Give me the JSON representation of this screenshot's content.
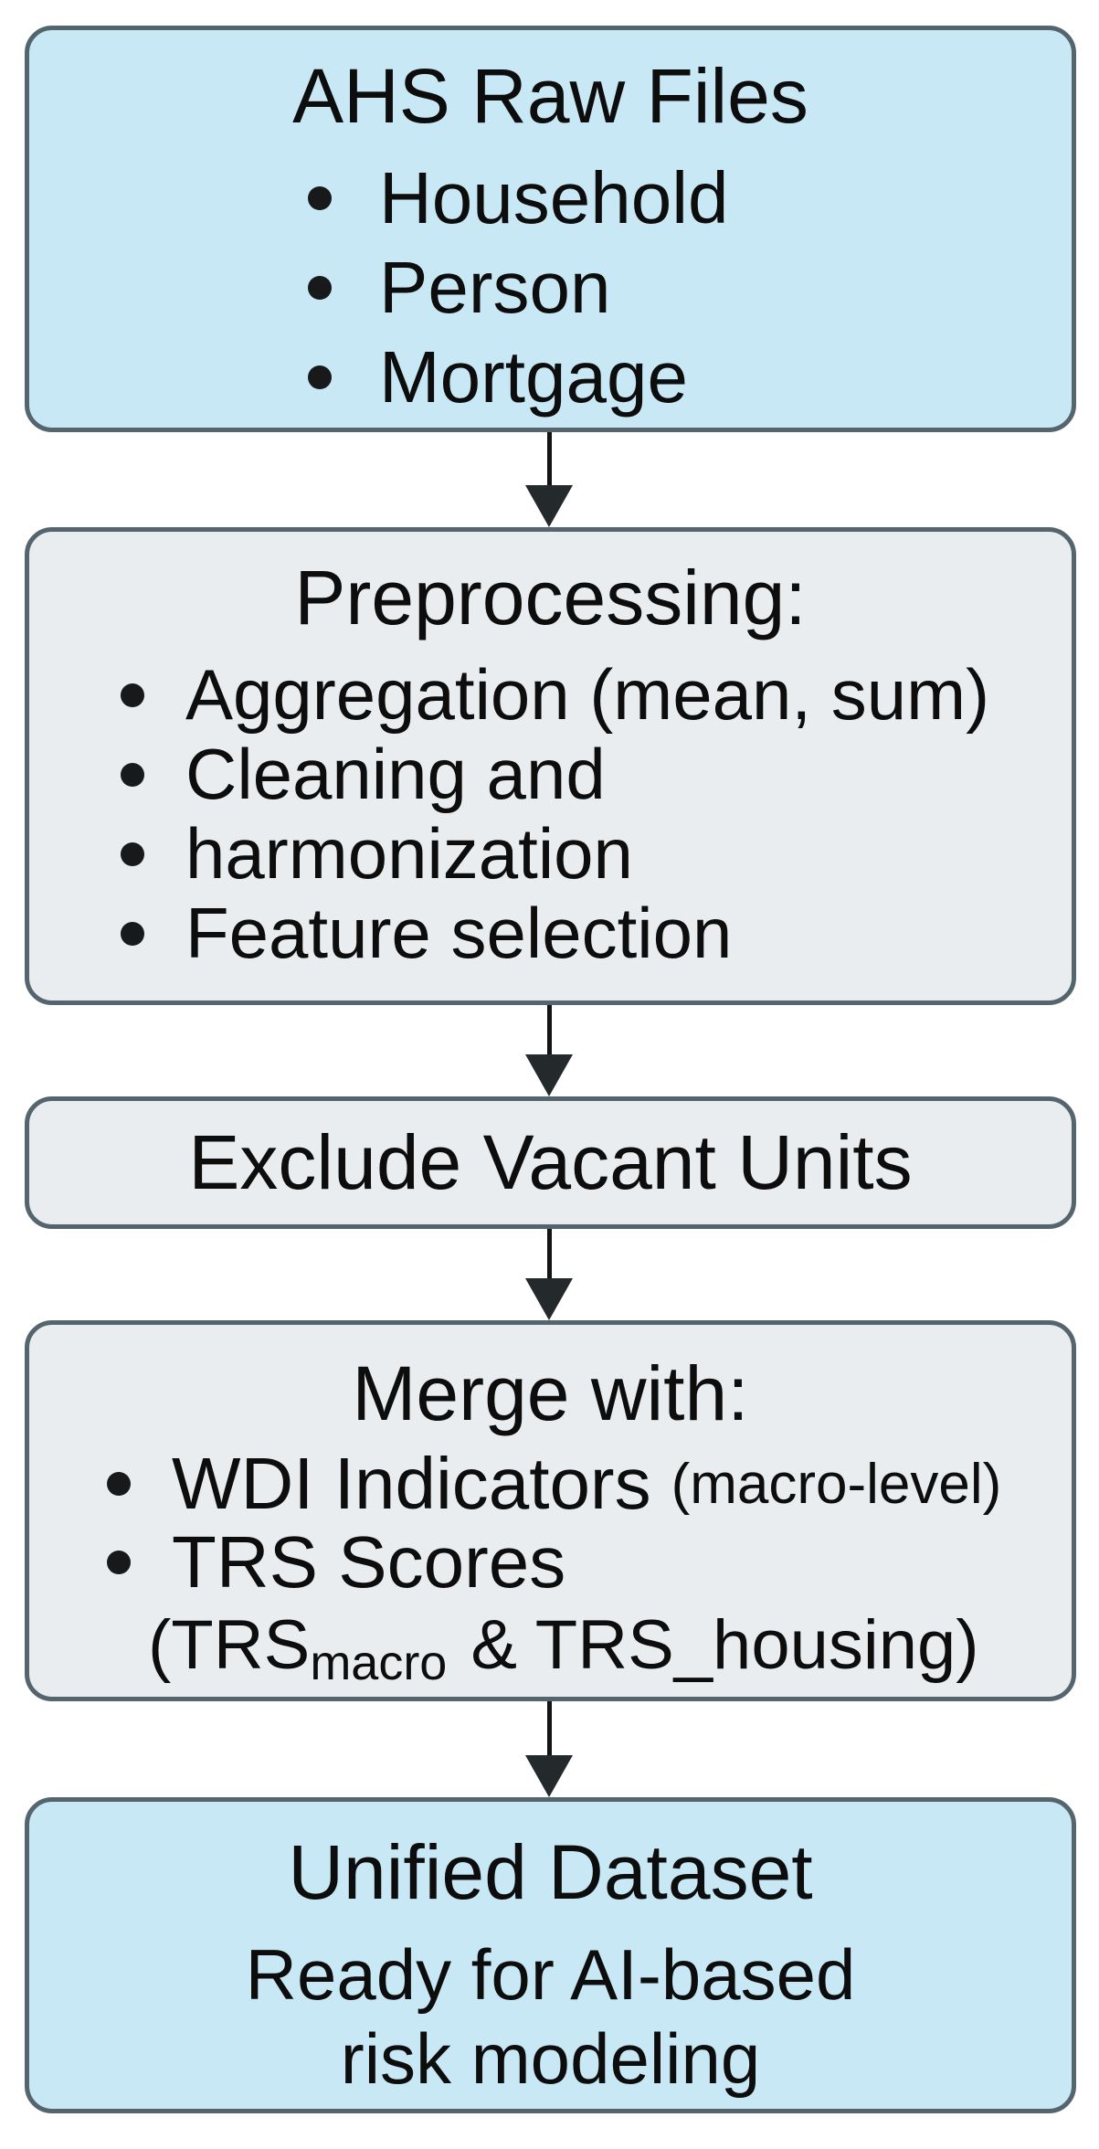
{
  "flowchart": {
    "box1": {
      "title": "AHS Raw Files",
      "bullets": [
        "Household",
        "Person",
        "Mortgage"
      ]
    },
    "box2": {
      "title": "Preprocessing:",
      "bullets": [
        "Aggregation (mean, sum)",
        "Cleaning and",
        "harmonization",
        "Feature selection"
      ]
    },
    "box3": {
      "title": "Exclude Vacant Units"
    },
    "box4": {
      "title": "Merge with:",
      "bullet1": {
        "main": "WDI Indicators",
        "note": "(macro-level)"
      },
      "bullet2": {
        "main": "TRS Scores"
      },
      "paren_line": {
        "open": "(TRS",
        "subscript": "macro",
        "rest": "& TRS_housing)"
      }
    },
    "box5": {
      "title": "Unified Dataset",
      "subtitle_line1": "Ready for AI-based",
      "subtitle_line2": "risk modeling"
    },
    "colors": {
      "blue_fill": "#c8e8f5",
      "gray_fill": "#eaedef",
      "border": "#55656e",
      "arrow": "#24292b",
      "text": "#0d0d0d"
    }
  }
}
